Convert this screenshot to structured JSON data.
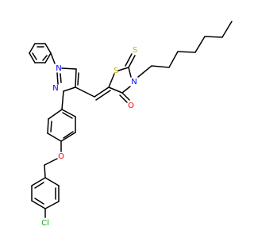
{
  "colors": {
    "carbon": "#000000",
    "nitrogen": "#0000ff",
    "oxygen": "#ff0000",
    "sulfur": "#b8b800",
    "chlorine": "#00b000",
    "background": "#ffffff"
  },
  "labels": {
    "n_pyrazole_1": "N",
    "n_pyrazole_2": "N",
    "s_ring": "S",
    "s_thione": "S",
    "n_ring": "N",
    "o_carbonyl": "O",
    "o_ether": "O",
    "cl": "Cl"
  }
}
